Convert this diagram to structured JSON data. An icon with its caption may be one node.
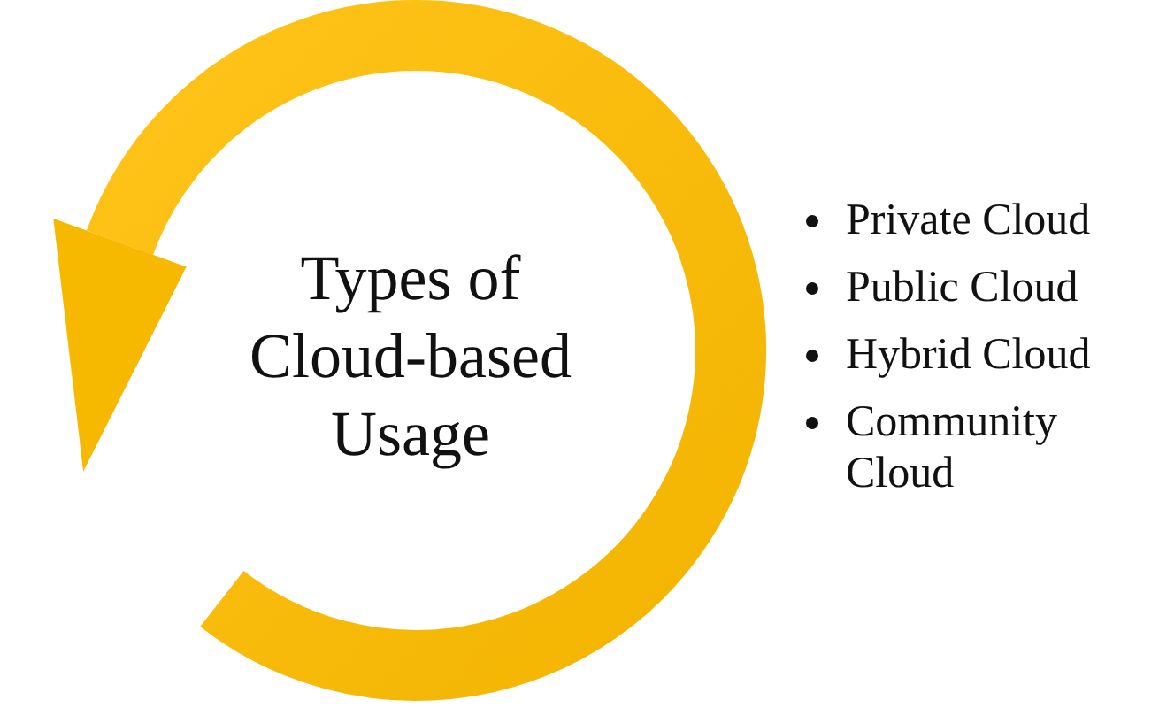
{
  "diagram": {
    "nodes": [
      {
        "text": [
          "Types of Cloud-based Usage"
        ]
      }
    ],
    "edges": [],
    "labels": [
      "Private Cloud",
      "Public Cloud",
      "Hybrid Cloud",
      "Community Cloud"
    ]
  }
}
